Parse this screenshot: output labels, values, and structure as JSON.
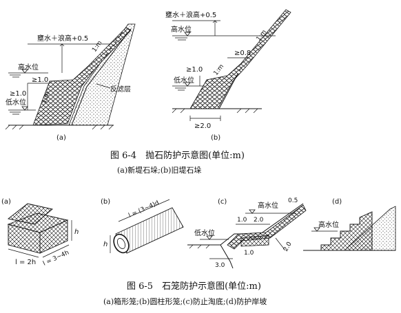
{
  "fig64": {
    "a": {
      "wave_label": "壅水＋浪高+0.5",
      "slope_upper": "1:m",
      "slope_lower": "1:m",
      "high_water": "高水位",
      "low_water": "低水位",
      "dim1": "≥1.0",
      "dim2": "≥1.0",
      "filter_layer": "反滤层",
      "panel": "(a)"
    },
    "b": {
      "wave_label": "壅水＋浪高+0.5",
      "high_water": "高水位",
      "low_water": "低水位",
      "slope_upper": "1:m",
      "slope_lower": "1:m",
      "dim_top": "≥0.8",
      "dim_mid": "≥1.0",
      "dim_bottom": "≥2.0",
      "panel": "(b)"
    },
    "caption": "图 6-4　抛石防护示意图(单位:m)",
    "subcaption": "(a)新堤石垛;(b)旧堤石垛"
  },
  "fig65": {
    "a": {
      "panel": "(a)",
      "h": "h",
      "l": "l = 2h",
      "l2": "l = 3~4h"
    },
    "b": {
      "panel": "(b)",
      "l": "l = (3~4)d",
      "h": "h"
    },
    "c": {
      "panel": "(c)",
      "high_water": "高水位",
      "low_water": "低水位",
      "d05": "0.5",
      "d10a": "1.0",
      "d20a": "2.0",
      "d10b": "1.0",
      "d20b": "2.0",
      "d30": "3.0"
    },
    "d": {
      "panel": "(d)",
      "high_water": "高水位"
    },
    "caption": "图 6-5　石笼防护示意图(单位:m)",
    "subcaption": "(a)箱形笼;(b)圆柱形笼;(c)防止淘底;(d)防护岸坡"
  }
}
